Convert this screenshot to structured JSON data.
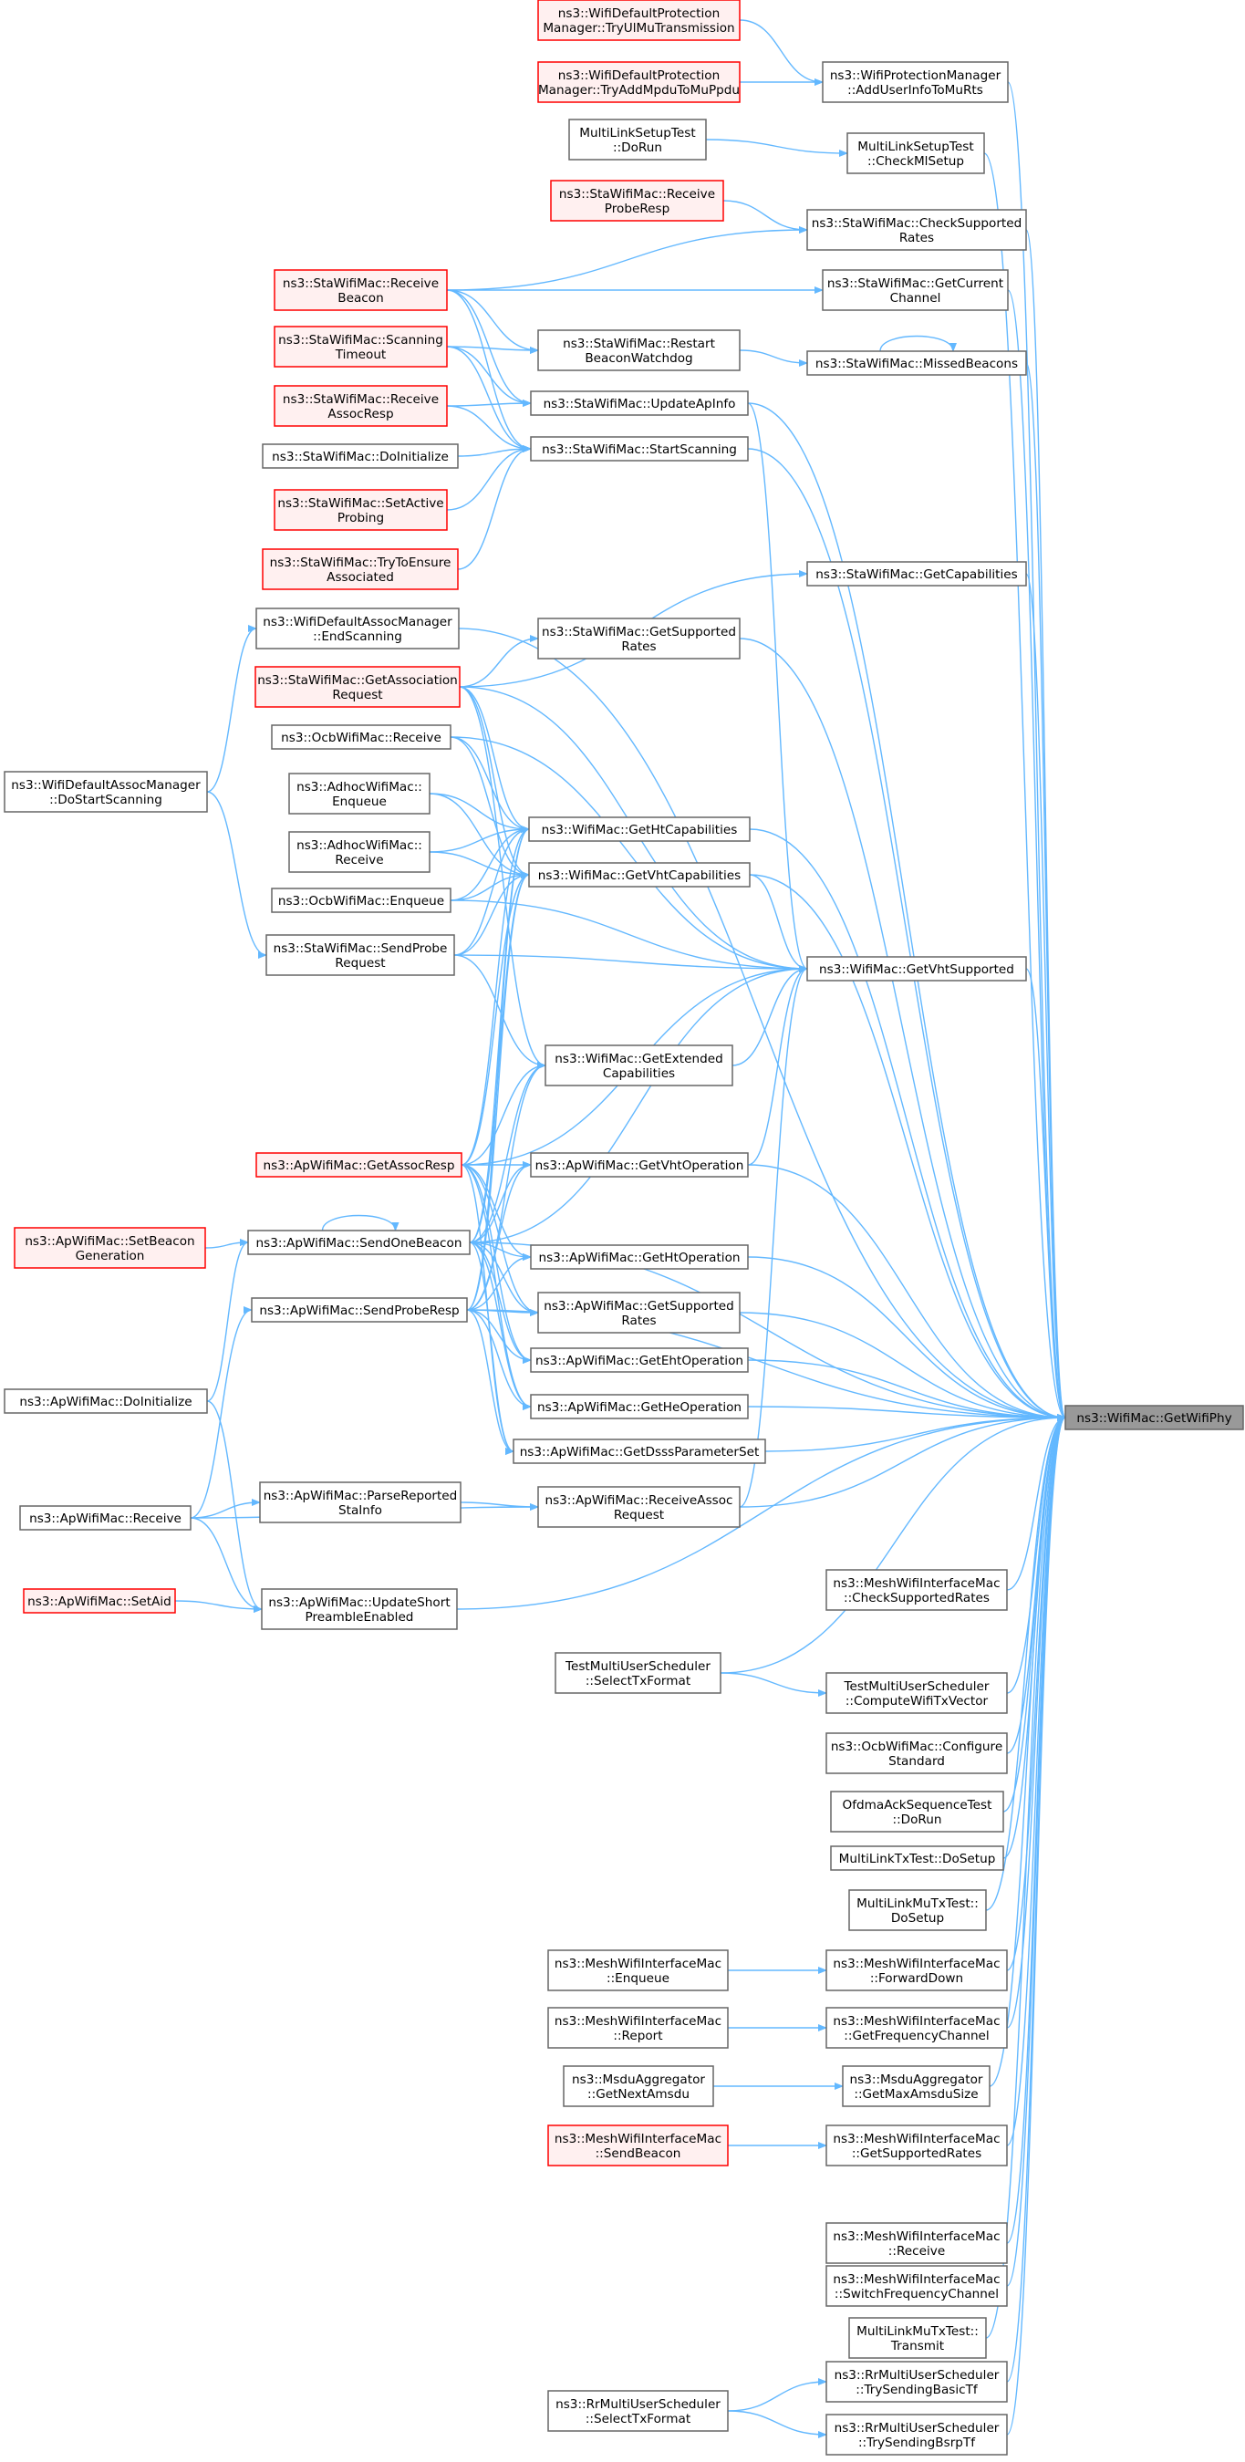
{
  "colors": {
    "edge": "#63b8ff",
    "node_fill": "#ffffff",
    "node_stroke": "#666666",
    "highlight_fill": "#fff0f0",
    "highlight_stroke": "#ff0000",
    "focus_fill": "#999999",
    "focus_stroke": "#666666"
  },
  "nodes": [
    {
      "id": "tryulmu",
      "lines": [
        "ns3::WifiDefaultProtection",
        "Manager::TryUlMuTransmission"
      ],
      "style": "red"
    },
    {
      "id": "tryaddmpdu",
      "lines": [
        "ns3::WifiDefaultProtection",
        "Manager::TryAddMpduToMuPpdu"
      ],
      "style": "red"
    },
    {
      "id": "adduserinfo",
      "lines": [
        "ns3::WifiProtectionManager",
        "::AddUserInfoToMuRts"
      ],
      "style": "normal"
    },
    {
      "id": "mlsdorun",
      "lines": [
        "MultiLinkSetupTest",
        "::DoRun"
      ],
      "style": "normal"
    },
    {
      "id": "checkmlsetup",
      "lines": [
        "MultiLinkSetupTest",
        "::CheckMlSetup"
      ],
      "style": "normal"
    },
    {
      "id": "recvproberesp",
      "lines": [
        "ns3::StaWifiMac::Receive",
        "ProbeResp"
      ],
      "style": "red"
    },
    {
      "id": "checksupprates",
      "lines": [
        "ns3::StaWifiMac::CheckSupported",
        "Rates"
      ],
      "style": "normal"
    },
    {
      "id": "recvbeacon",
      "lines": [
        "ns3::StaWifiMac::Receive",
        "Beacon"
      ],
      "style": "red"
    },
    {
      "id": "getcurrchan",
      "lines": [
        "ns3::StaWifiMac::GetCurrent",
        "Channel"
      ],
      "style": "normal"
    },
    {
      "id": "scantimeout",
      "lines": [
        "ns3::StaWifiMac::Scanning",
        "Timeout"
      ],
      "style": "red"
    },
    {
      "id": "restartbw",
      "lines": [
        "ns3::StaWifiMac::Restart",
        "BeaconWatchdog"
      ],
      "style": "normal"
    },
    {
      "id": "missedbeacons",
      "lines": [
        "ns3::StaWifiMac::MissedBeacons"
      ],
      "style": "normal"
    },
    {
      "id": "recvassocresp",
      "lines": [
        "ns3::StaWifiMac::Receive",
        "AssocResp"
      ],
      "style": "red"
    },
    {
      "id": "updateapinfo",
      "lines": [
        "ns3::StaWifiMac::UpdateApInfo"
      ],
      "style": "normal"
    },
    {
      "id": "stadoinit",
      "lines": [
        "ns3::StaWifiMac::DoInitialize"
      ],
      "style": "normal"
    },
    {
      "id": "startscanning",
      "lines": [
        "ns3::StaWifiMac::StartScanning"
      ],
      "style": "normal"
    },
    {
      "id": "setactiveprobing",
      "lines": [
        "ns3::StaWifiMac::SetActive",
        "Probing"
      ],
      "style": "red"
    },
    {
      "id": "trytoensure",
      "lines": [
        "ns3::StaWifiMac::TryToEnsure",
        "Associated"
      ],
      "style": "red"
    },
    {
      "id": "getcapabilities",
      "lines": [
        "ns3::StaWifiMac::GetCapabilities"
      ],
      "style": "normal"
    },
    {
      "id": "endscanning",
      "lines": [
        "ns3::WifiDefaultAssocManager",
        "::EndScanning"
      ],
      "style": "normal"
    },
    {
      "id": "stagetsupprates",
      "lines": [
        "ns3::StaWifiMac::GetSupported",
        "Rates"
      ],
      "style": "normal"
    },
    {
      "id": "getassocreq",
      "lines": [
        "ns3::StaWifiMac::GetAssociation",
        "Request"
      ],
      "style": "red"
    },
    {
      "id": "ocbreceive",
      "lines": [
        "ns3::OcbWifiMac::Receive"
      ],
      "style": "normal"
    },
    {
      "id": "dostartscanning",
      "lines": [
        "ns3::WifiDefaultAssocManager",
        "::DoStartScanning"
      ],
      "style": "normal"
    },
    {
      "id": "adhocenqueue",
      "lines": [
        "ns3::AdhocWifiMac::",
        "Enqueue"
      ],
      "style": "normal"
    },
    {
      "id": "gethtcap",
      "lines": [
        "ns3::WifiMac::GetHtCapabilities"
      ],
      "style": "normal"
    },
    {
      "id": "adhocreceive",
      "lines": [
        "ns3::AdhocWifiMac::",
        "Receive"
      ],
      "style": "normal"
    },
    {
      "id": "getvhtcap",
      "lines": [
        "ns3::WifiMac::GetVhtCapabilities"
      ],
      "style": "normal"
    },
    {
      "id": "ocbenqueue",
      "lines": [
        "ns3::OcbWifiMac::Enqueue"
      ],
      "style": "normal"
    },
    {
      "id": "sendprobereq",
      "lines": [
        "ns3::StaWifiMac::SendProbe",
        "Request"
      ],
      "style": "normal"
    },
    {
      "id": "getvhtsupp",
      "lines": [
        "ns3::WifiMac::GetVhtSupported"
      ],
      "style": "normal"
    },
    {
      "id": "getextcap",
      "lines": [
        "ns3::WifiMac::GetExtended",
        "Capabilities"
      ],
      "style": "normal"
    },
    {
      "id": "getassocresp",
      "lines": [
        "ns3::ApWifiMac::GetAssocResp"
      ],
      "style": "red"
    },
    {
      "id": "getvhtop",
      "lines": [
        "ns3::ApWifiMac::GetVhtOperation"
      ],
      "style": "normal"
    },
    {
      "id": "setbeacongen",
      "lines": [
        "ns3::ApWifiMac::SetBeacon",
        "Generation"
      ],
      "style": "red"
    },
    {
      "id": "sendonebeacon",
      "lines": [
        "ns3::ApWifiMac::SendOneBeacon"
      ],
      "style": "normal"
    },
    {
      "id": "gethtop",
      "lines": [
        "ns3::ApWifiMac::GetHtOperation"
      ],
      "style": "normal"
    },
    {
      "id": "sendproberesp",
      "lines": [
        "ns3::ApWifiMac::SendProbeResp"
      ],
      "style": "normal"
    },
    {
      "id": "apgetsupprates",
      "lines": [
        "ns3::ApWifiMac::GetSupported",
        "Rates"
      ],
      "style": "normal"
    },
    {
      "id": "getehtop",
      "lines": [
        "ns3::ApWifiMac::GetEhtOperation"
      ],
      "style": "normal"
    },
    {
      "id": "apdoinit",
      "lines": [
        "ns3::ApWifiMac::DoInitialize"
      ],
      "style": "normal"
    },
    {
      "id": "getheop",
      "lines": [
        "ns3::ApWifiMac::GetHeOperation"
      ],
      "style": "normal"
    },
    {
      "id": "getwifiphy",
      "lines": [
        "ns3::WifiMac::GetWifiPhy"
      ],
      "style": "focus"
    },
    {
      "id": "getdsss",
      "lines": [
        "ns3::ApWifiMac::GetDsssParameterSet"
      ],
      "style": "normal"
    },
    {
      "id": "apreceive",
      "lines": [
        "ns3::ApWifiMac::Receive"
      ],
      "style": "normal"
    },
    {
      "id": "parsereported",
      "lines": [
        "ns3::ApWifiMac::ParseReported",
        "StaInfo"
      ],
      "style": "normal"
    },
    {
      "id": "recvassocreq",
      "lines": [
        "ns3::ApWifiMac::ReceiveAssoc",
        "Request"
      ],
      "style": "normal"
    },
    {
      "id": "meshchecksupp",
      "lines": [
        "ns3::MeshWifiInterfaceMac",
        "::CheckSupportedRates"
      ],
      "style": "normal"
    },
    {
      "id": "setaid",
      "lines": [
        "ns3::ApWifiMac::SetAid"
      ],
      "style": "red"
    },
    {
      "id": "updateshortpre",
      "lines": [
        "ns3::ApWifiMac::UpdateShort",
        "PreambleEnabled"
      ],
      "style": "normal"
    },
    {
      "id": "tmusselecttx",
      "lines": [
        "TestMultiUserScheduler",
        "::SelectTxFormat"
      ],
      "style": "normal"
    },
    {
      "id": "tmuscompute",
      "lines": [
        "TestMultiUserScheduler",
        "::ComputeWifiTxVector"
      ],
      "style": "normal"
    },
    {
      "id": "ocbconfigure",
      "lines": [
        "ns3::OcbWifiMac::Configure",
        "Standard"
      ],
      "style": "normal"
    },
    {
      "id": "ofdmadorun",
      "lines": [
        "OfdmaAckSequenceTest",
        "::DoRun"
      ],
      "style": "normal"
    },
    {
      "id": "mltxdosetup",
      "lines": [
        "MultiLinkTxTest::DoSetup"
      ],
      "style": "normal"
    },
    {
      "id": "mlmudosetup",
      "lines": [
        "MultiLinkMuTxTest::",
        "DoSetup"
      ],
      "style": "normal"
    },
    {
      "id": "meshenqueue",
      "lines": [
        "ns3::MeshWifiInterfaceMac",
        "::Enqueue"
      ],
      "style": "normal"
    },
    {
      "id": "meshforwarddown",
      "lines": [
        "ns3::MeshWifiInterfaceMac",
        "::ForwardDown"
      ],
      "style": "normal"
    },
    {
      "id": "meshreport",
      "lines": [
        "ns3::MeshWifiInterfaceMac",
        "::Report"
      ],
      "style": "normal"
    },
    {
      "id": "meshgetfreq",
      "lines": [
        "ns3::MeshWifiInterfaceMac",
        "::GetFrequencyChannel"
      ],
      "style": "normal"
    },
    {
      "id": "msdugetnext",
      "lines": [
        "ns3::MsduAggregator",
        "::GetNextAmsdu"
      ],
      "style": "normal"
    },
    {
      "id": "msdugetmax",
      "lines": [
        "ns3::MsduAggregator",
        "::GetMaxAmsduSize"
      ],
      "style": "normal"
    },
    {
      "id": "meshsendbeacon",
      "lines": [
        "ns3::MeshWifiInterfaceMac",
        "::SendBeacon"
      ],
      "style": "red"
    },
    {
      "id": "meshgetsupp",
      "lines": [
        "ns3::MeshWifiInterfaceMac",
        "::GetSupportedRates"
      ],
      "style": "normal"
    },
    {
      "id": "meshreceive",
      "lines": [
        "ns3::MeshWifiInterfaceMac",
        "::Receive"
      ],
      "style": "normal"
    },
    {
      "id": "meshswitchfreq",
      "lines": [
        "ns3::MeshWifiInterfaceMac",
        "::SwitchFrequencyChannel"
      ],
      "style": "normal"
    },
    {
      "id": "mlmutransmit",
      "lines": [
        "MultiLinkMuTxTest::",
        "Transmit"
      ],
      "style": "normal"
    },
    {
      "id": "rrtrybasic",
      "lines": [
        "ns3::RrMultiUserScheduler",
        "::TrySendingBasicTf"
      ],
      "style": "normal"
    },
    {
      "id": "rrselecttx",
      "lines": [
        "ns3::RrMultiUserScheduler",
        "::SelectTxFormat"
      ],
      "style": "normal"
    },
    {
      "id": "rrtrybsrp",
      "lines": [
        "ns3::RrMultiUserScheduler",
        "::TrySendingBsrpTf"
      ],
      "style": "normal"
    }
  ],
  "edges": [
    [
      "tryulmu",
      "adduserinfo"
    ],
    [
      "tryaddmpdu",
      "adduserinfo"
    ],
    [
      "adduserinfo",
      "getwifiphy"
    ],
    [
      "mlsdorun",
      "checkmlsetup"
    ],
    [
      "checkmlsetup",
      "getwifiphy"
    ],
    [
      "recvproberesp",
      "checksupprates"
    ],
    [
      "recvbeacon",
      "checksupprates"
    ],
    [
      "checksupprates",
      "getwifiphy"
    ],
    [
      "recvbeacon",
      "getcurrchan"
    ],
    [
      "getcurrchan",
      "getwifiphy"
    ],
    [
      "recvbeacon",
      "restartbw"
    ],
    [
      "scantimeout",
      "restartbw"
    ],
    [
      "restartbw",
      "missedbeacons"
    ],
    [
      "missedbeacons",
      "missedbeacons"
    ],
    [
      "missedbeacons",
      "getwifiphy"
    ],
    [
      "recvbeacon",
      "updateapinfo"
    ],
    [
      "scantimeout",
      "updateapinfo"
    ],
    [
      "recvassocresp",
      "updateapinfo"
    ],
    [
      "updateapinfo",
      "getwifiphy"
    ],
    [
      "updateapinfo",
      "getvhtsupp"
    ],
    [
      "recvbeacon",
      "startscanning"
    ],
    [
      "scantimeout",
      "startscanning"
    ],
    [
      "recvassocresp",
      "startscanning"
    ],
    [
      "stadoinit",
      "startscanning"
    ],
    [
      "setactiveprobing",
      "startscanning"
    ],
    [
      "trytoensure",
      "startscanning"
    ],
    [
      "startscanning",
      "getwifiphy"
    ],
    [
      "endscanning",
      "getwifiphy"
    ],
    [
      "getassocreq",
      "getcapabilities"
    ],
    [
      "getcapabilities",
      "getwifiphy"
    ],
    [
      "dostartscanning",
      "endscanning"
    ],
    [
      "getassocreq",
      "stagetsupprates"
    ],
    [
      "stagetsupprates",
      "getwifiphy"
    ],
    [
      "dostartscanning",
      "sendprobereq"
    ],
    [
      "getassocreq",
      "gethtcap"
    ],
    [
      "ocbreceive",
      "gethtcap"
    ],
    [
      "adhocenqueue",
      "gethtcap"
    ],
    [
      "adhocreceive",
      "gethtcap"
    ],
    [
      "ocbenqueue",
      "gethtcap"
    ],
    [
      "sendprobereq",
      "gethtcap"
    ],
    [
      "getassocresp",
      "gethtcap"
    ],
    [
      "sendonebeacon",
      "gethtcap"
    ],
    [
      "sendproberesp",
      "gethtcap"
    ],
    [
      "gethtcap",
      "getwifiphy"
    ],
    [
      "getassocreq",
      "getvhtcap"
    ],
    [
      "ocbreceive",
      "getvhtcap"
    ],
    [
      "adhocenqueue",
      "getvhtcap"
    ],
    [
      "adhocreceive",
      "getvhtcap"
    ],
    [
      "ocbenqueue",
      "getvhtcap"
    ],
    [
      "sendprobereq",
      "getvhtcap"
    ],
    [
      "getassocresp",
      "getvhtcap"
    ],
    [
      "sendonebeacon",
      "getvhtcap"
    ],
    [
      "sendproberesp",
      "getvhtcap"
    ],
    [
      "getvhtcap",
      "getwifiphy"
    ],
    [
      "getvhtcap",
      "getvhtsupp"
    ],
    [
      "getassocreq",
      "getvhtsupp"
    ],
    [
      "ocbreceive",
      "getvhtsupp"
    ],
    [
      "ocbenqueue",
      "getvhtsupp"
    ],
    [
      "sendprobereq",
      "getvhtsupp"
    ],
    [
      "getassocresp",
      "getvhtsupp"
    ],
    [
      "sendonebeacon",
      "getvhtsupp"
    ],
    [
      "getvhtsupp",
      "getwifiphy"
    ],
    [
      "getassocreq",
      "getextcap"
    ],
    [
      "sendprobereq",
      "getextcap"
    ],
    [
      "getassocresp",
      "getextcap"
    ],
    [
      "sendonebeacon",
      "getextcap"
    ],
    [
      "sendproberesp",
      "getextcap"
    ],
    [
      "getextcap",
      "getvhtsupp"
    ],
    [
      "getassocresp",
      "getvhtop"
    ],
    [
      "sendonebeacon",
      "getvhtop"
    ],
    [
      "sendproberesp",
      "getvhtop"
    ],
    [
      "getvhtop",
      "getwifiphy"
    ],
    [
      "getvhtop",
      "getvhtsupp"
    ],
    [
      "setbeacongen",
      "sendonebeacon"
    ],
    [
      "sendonebeacon",
      "sendonebeacon"
    ],
    [
      "apdoinit",
      "sendonebeacon"
    ],
    [
      "sendonebeacon",
      "getwifiphy"
    ],
    [
      "getassocresp",
      "gethtop"
    ],
    [
      "sendonebeacon",
      "gethtop"
    ],
    [
      "sendproberesp",
      "gethtop"
    ],
    [
      "gethtop",
      "getwifiphy"
    ],
    [
      "apreceive",
      "sendproberesp"
    ],
    [
      "getassocresp",
      "apgetsupprates"
    ],
    [
      "sendonebeacon",
      "apgetsupprates"
    ],
    [
      "sendproberesp",
      "apgetsupprates"
    ],
    [
      "apgetsupprates",
      "getwifiphy"
    ],
    [
      "getassocresp",
      "getehtop"
    ],
    [
      "sendonebeacon",
      "getehtop"
    ],
    [
      "sendproberesp",
      "getehtop"
    ],
    [
      "getehtop",
      "getwifiphy"
    ],
    [
      "getassocresp",
      "getheop"
    ],
    [
      "sendonebeacon",
      "getheop"
    ],
    [
      "sendproberesp",
      "getheop"
    ],
    [
      "getheop",
      "getwifiphy"
    ],
    [
      "getassocresp",
      "getdsss"
    ],
    [
      "sendonebeacon",
      "getdsss"
    ],
    [
      "sendproberesp",
      "getdsss"
    ],
    [
      "getdsss",
      "getwifiphy"
    ],
    [
      "sendproberesp",
      "getwifiphy"
    ],
    [
      "apreceive",
      "parsereported"
    ],
    [
      "parsereported",
      "recvassocreq"
    ],
    [
      "apreceive",
      "recvassocreq"
    ],
    [
      "recvassocreq",
      "getwifiphy"
    ],
    [
      "recvassocreq",
      "getvhtsupp"
    ],
    [
      "apreceive",
      "updateshortpre"
    ],
    [
      "apdoinit",
      "updateshortpre"
    ],
    [
      "setaid",
      "updateshortpre"
    ],
    [
      "updateshortpre",
      "getwifiphy"
    ],
    [
      "meshchecksupp",
      "getwifiphy"
    ],
    [
      "tmusselecttx",
      "getwifiphy"
    ],
    [
      "tmusselecttx",
      "tmuscompute"
    ],
    [
      "tmuscompute",
      "getwifiphy"
    ],
    [
      "ocbconfigure",
      "getwifiphy"
    ],
    [
      "ofdmadorun",
      "getwifiphy"
    ],
    [
      "mltxdosetup",
      "getwifiphy"
    ],
    [
      "mlmudosetup",
      "getwifiphy"
    ],
    [
      "meshenqueue",
      "meshforwarddown"
    ],
    [
      "meshforwarddown",
      "getwifiphy"
    ],
    [
      "meshreport",
      "meshgetfreq"
    ],
    [
      "meshgetfreq",
      "getwifiphy"
    ],
    [
      "msdugetnext",
      "msdugetmax"
    ],
    [
      "msdugetmax",
      "getwifiphy"
    ],
    [
      "meshsendbeacon",
      "meshgetsupp"
    ],
    [
      "meshgetsupp",
      "getwifiphy"
    ],
    [
      "meshreceive",
      "getwifiphy"
    ],
    [
      "meshswitchfreq",
      "getwifiphy"
    ],
    [
      "mlmutransmit",
      "getwifiphy"
    ],
    [
      "rrselecttx",
      "rrtrybasic"
    ],
    [
      "rrtrybasic",
      "getwifiphy"
    ],
    [
      "rrselecttx",
      "rrtrybsrp"
    ],
    [
      "rrtrybsrp",
      "getwifiphy"
    ]
  ]
}
